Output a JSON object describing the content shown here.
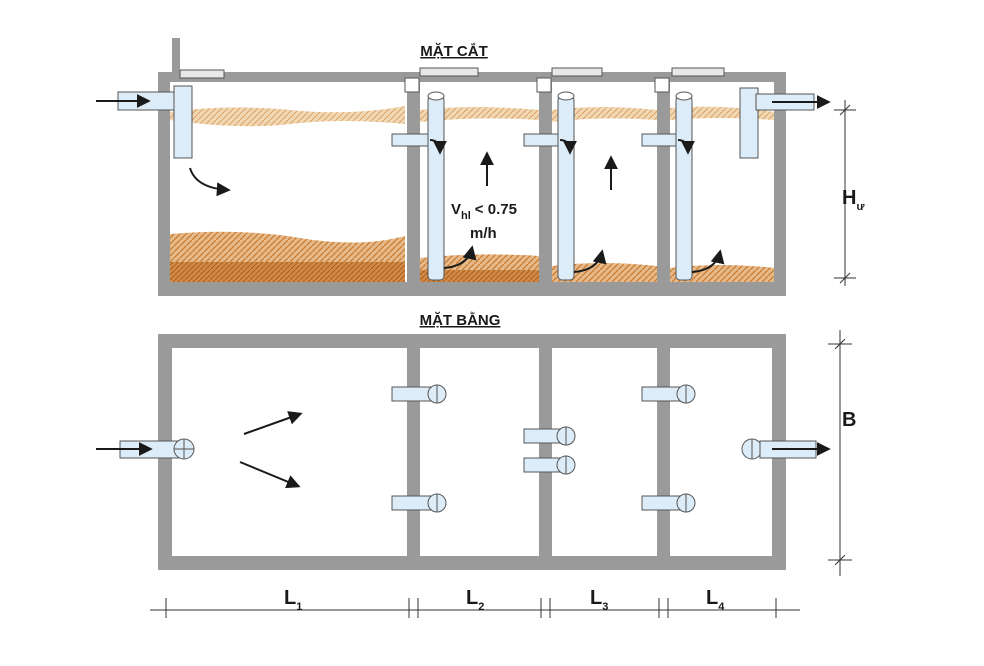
{
  "diagram": {
    "section_title": "MẶT CẮT",
    "plan_title": "MẶT BẰNG",
    "velocity_label": {
      "prefix": "V",
      "subscript": "hl",
      "relation": "< 0.75",
      "unit": "m/h"
    },
    "height_label": {
      "main": "H",
      "subscript": "ư"
    },
    "width_label": "B",
    "length_labels": [
      {
        "main": "L",
        "subscript": "1"
      },
      {
        "main": "L",
        "subscript": "2"
      },
      {
        "main": "L",
        "subscript": "3"
      },
      {
        "main": "L",
        "subscript": "4"
      }
    ],
    "colors": {
      "wall": "#9a9a9a",
      "wall_edge": "#7d7d7d",
      "pipe_fill": "#dcecf8",
      "pipe_stroke": "#555555",
      "scum": "#d9a46a",
      "sludge": "#c87a2c",
      "sludge_light": "#e6b98a",
      "arrow": "#1a1a1a",
      "lid": "#e8e8e8"
    }
  }
}
